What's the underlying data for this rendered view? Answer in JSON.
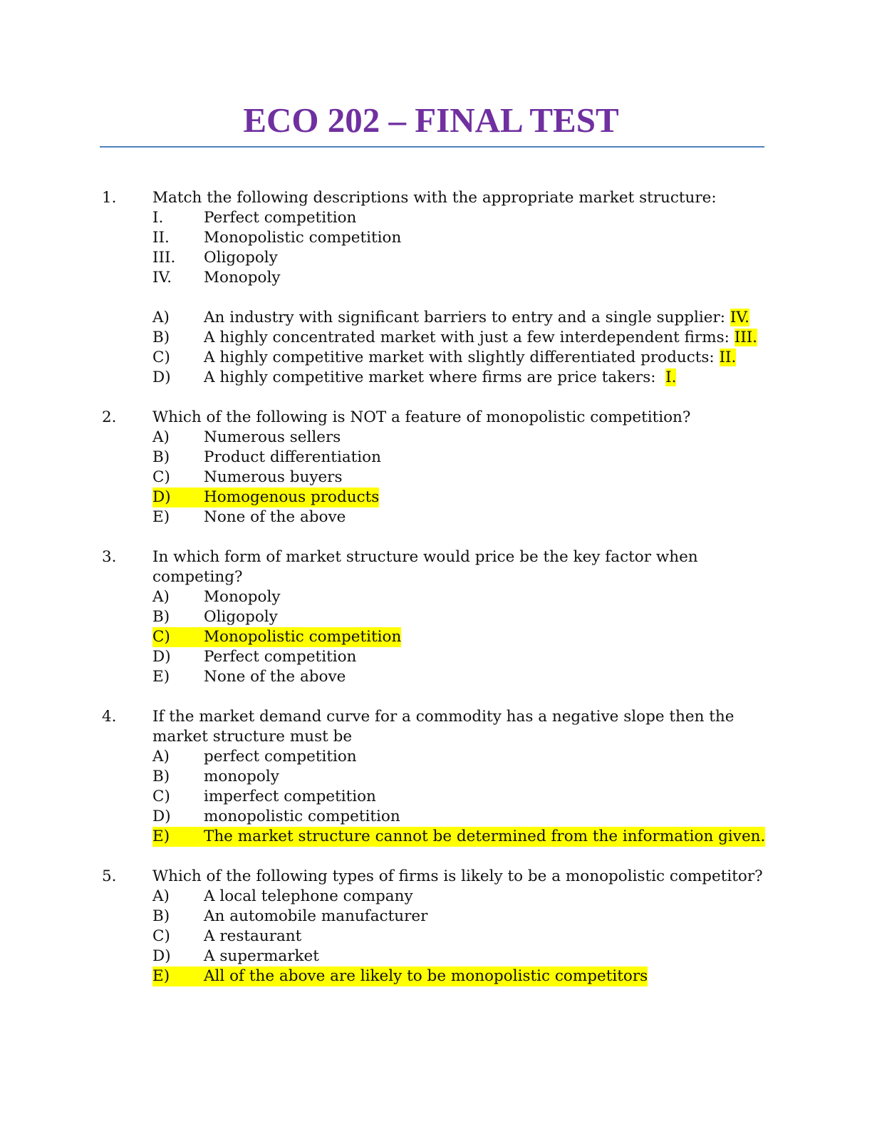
{
  "title": "ECO 202 – FINAL TEST",
  "questions": [
    {
      "number": "1.",
      "text": "Match the following descriptions with the appropriate market structure:",
      "structures": [
        {
          "label": "I.",
          "text": "Perfect competition"
        },
        {
          "label": "II.",
          "text": "Monopolistic competition"
        },
        {
          "label": "III.",
          "text": "Oligopoly"
        },
        {
          "label": "IV.",
          "text": "Monopoly"
        }
      ],
      "descriptions": [
        {
          "label": "A)",
          "text": "An industry with significant barriers to entry and a single supplier: ",
          "answer": "IV."
        },
        {
          "label": "B)",
          "text": "A highly concentrated market with just a few interdependent firms: ",
          "answer": "III."
        },
        {
          "label": "C)",
          "text": "A highly competitive market with slightly differentiated products: ",
          "answer": "II."
        },
        {
          "label": "D)",
          "text": "A highly competitive market where firms are price takers:  ",
          "answer": "I."
        }
      ]
    },
    {
      "number": "2.",
      "text": "Which of the following is NOT a feature of monopolistic competition?",
      "options": [
        {
          "label": "A)",
          "text": "Numerous sellers"
        },
        {
          "label": "B)",
          "text": "Product differentiation"
        },
        {
          "label": "C)",
          "text": "Numerous buyers"
        },
        {
          "label": "D)",
          "text": "Homogenous products",
          "highlighted": true
        },
        {
          "label": "E)",
          "text": "None of the above"
        }
      ]
    },
    {
      "number": "3.",
      "text": "In which form of market structure would price be the key factor when competing?",
      "options": [
        {
          "label": "A)",
          "text": "Monopoly"
        },
        {
          "label": "B)",
          "text": "Oligopoly"
        },
        {
          "label": "C)",
          "text": "Monopolistic competition",
          "highlighted": true
        },
        {
          "label": "D)",
          "text": "Perfect competition"
        },
        {
          "label": "E)",
          "text": "None of the above"
        }
      ]
    },
    {
      "number": "4.",
      "text": "If the market demand curve for a commodity has a negative slope then the market structure must be",
      "options": [
        {
          "label": "A)",
          "text": "perfect competition"
        },
        {
          "label": "B)",
          "text": "monopoly"
        },
        {
          "label": "C)",
          "text": "imperfect competition"
        },
        {
          "label": "D)",
          "text": "monopolistic competition"
        },
        {
          "label": "E)",
          "text": "The market structure cannot be determined from the information given.",
          "highlighted": true
        }
      ]
    },
    {
      "number": "5.",
      "text": "Which of the following types of firms is likely to be a monopolistic competitor?",
      "options": [
        {
          "label": "A)",
          "text": "A local telephone company"
        },
        {
          "label": "B)",
          "text": "An automobile manufacturer"
        },
        {
          "label": "C)",
          "text": "A restaurant"
        },
        {
          "label": "D)",
          "text": "A supermarket"
        },
        {
          "label": "E)",
          "text": "All of the above are likely to be monopolistic competitors",
          "highlighted": true
        }
      ]
    }
  ]
}
